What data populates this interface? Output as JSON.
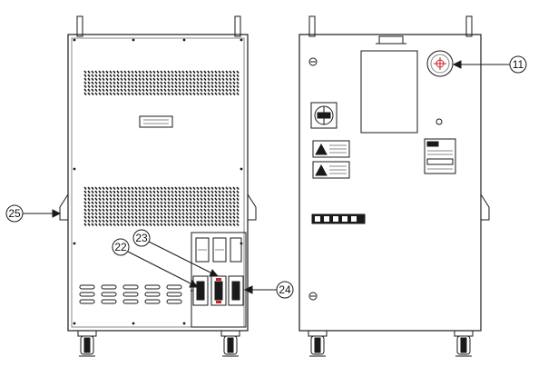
{
  "diagram": {
    "callouts": [
      {
        "id": "c25",
        "label": "25"
      },
      {
        "id": "c22",
        "label": "22"
      },
      {
        "id": "c23",
        "label": "23"
      },
      {
        "id": "c24",
        "label": "24"
      },
      {
        "id": "c11",
        "label": "11"
      }
    ],
    "colors": {
      "line": "#1a1a1a",
      "light": "#888888",
      "red": "#cc2222",
      "fill": "#ffffff"
    }
  }
}
